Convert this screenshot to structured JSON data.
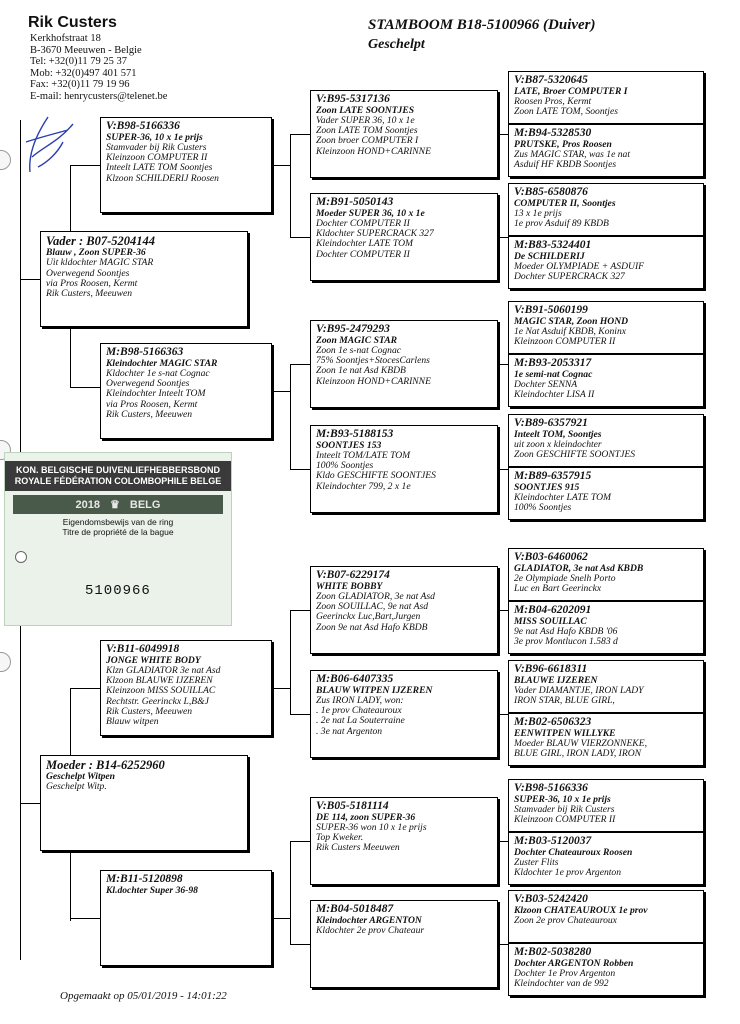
{
  "breeder": {
    "name": "Rik Custers",
    "address_line1": "Kerkhofstraat 18",
    "address_line2": "B-3670 Meeuwen -  Belgie",
    "tel": "Tel: +32(0)11 79 25 37",
    "mob": "Mob: +32(0)497 401 571",
    "fax": "Fax: +32(0)11 79 19 96",
    "email": "E-mail: henrycusters@telenet.be"
  },
  "header": {
    "title": "STAMBOOM  B18-5100966 (Duiver)",
    "color": "Geschelpt"
  },
  "card": {
    "org_nl": "KON. BELGISCHE DUIVENLIEFHEBBERSBOND",
    "org_fr": "ROYALE FÉDÉRATION COLOMBOPHILE BELGE",
    "year": "2018",
    "country": "BELG",
    "subtitle_nl": "Eigendomsbewijs van de ring",
    "subtitle_fr": "Titre de propriété de la bague",
    "ring_number": "5100966"
  },
  "pedigree": {
    "vader": {
      "ring": "Vader : B07-5204144",
      "lines": [
        "Blauw , Zoon SUPER-36",
        "Uit kldochter MAGIC STAR",
        "Overwegend Soontjes",
        "via Pros Roosen, Kermt",
        "Rik Custers, Meeuwen"
      ]
    },
    "moeder": {
      "ring": "Moeder : B14-6252960",
      "lines": [
        "Geschelpt Witpen",
        "Geschelpt Witp."
      ]
    },
    "vv": {
      "ring": "V:B98-5166336",
      "lines": [
        "SUPER-36, 10 x 1e prijs",
        "Stamvader bij Rik Custers",
        "Kleinzoon COMPUTER II",
        "Inteelt LATE TOM Soontjes",
        "Klzoon SCHILDERIJ Roosen"
      ]
    },
    "vm": {
      "ring": "M:B98-5166363",
      "lines": [
        "Kleindochter MAGIC STAR",
        "Kldochter 1e s-nat Cognac",
        "Overwegend Soontjes",
        "Kleindochter Inteelt TOM",
        "via Pros Roosen, Kermt",
        "Rik Custers, Meeuwen"
      ]
    },
    "mv": {
      "ring": "V:B11-6049918",
      "lines": [
        "JONGE WHITE BODY",
        "Klzn GLADIATOR 3e nat Asd",
        "Klzoon BLAUWE IJZEREN",
        "Kleinzoon MISS SOUILLAC",
        "Rechtstr. Geerinckx L,B&J",
        "Rik Custers, Meeuwen",
        "Blauw witpen"
      ]
    },
    "mm": {
      "ring": "M:B11-5120898",
      "lines": [
        "Kl.dochter Super 36-98"
      ]
    },
    "vvv": {
      "ring": "V:B95-5317136",
      "lines": [
        "Zoon LATE SOONTJES",
        "Vader SUPER 36, 10 x 1e",
        "Zoon LATE TOM Soontjes",
        "Zoon broer COMPUTER I",
        "Kleinzoon HOND+CARINNE"
      ]
    },
    "vvm": {
      "ring": "M:B91-5050143",
      "lines": [
        "Moeder SUPER 36, 10 x 1e",
        "Dochter COMPUTER II",
        "Kldochter SUPERCRACK 327",
        "Kleindochter LATE TOM",
        "Dochter COMPUTER II"
      ]
    },
    "vmv": {
      "ring": "V:B95-2479293",
      "lines": [
        "Zoon MAGIC STAR",
        "Zoon 1e s-nat Cognac",
        "75% Soontjes+StocesCarlens",
        "Zoon 1e nat Asd KBDB",
        "Kleinzoon HOND+CARINNE"
      ]
    },
    "vmm": {
      "ring": "M:B93-5188153",
      "lines": [
        "SOONTJES 153",
        "Inteelt TOM/LATE TOM",
        "100% Soontjes",
        "Kldo GESCHIFTE SOONTJES",
        "Kleindochter 799, 2 x 1e"
      ]
    },
    "mvv": {
      "ring": "V:B07-6229174",
      "lines": [
        "WHITE BOBBY",
        "Zoon GLADIATOR, 3e nat Asd",
        "Zoon SOUILLAC, 9e nat Asd",
        "Geerinckx Luc,Bart,Jurgen",
        "Zoon 9e nat Asd Hafo KBDB"
      ]
    },
    "mvm": {
      "ring": "M:B06-6407335",
      "lines": [
        "BLAUW WITPEN IJZEREN",
        "Zus IRON LADY, won:",
        ". 1e prov Chateauroux",
        ". 2e nat  La Souterraine",
        ". 3e nat Argenton"
      ]
    },
    "mmv": {
      "ring": "V:B05-5181114",
      "lines": [
        "DE 114, zoon SUPER-36",
        "SUPER-36 won 10 x 1e prijs",
        "Top Kweker.",
        "Rik Custers Meeuwen"
      ]
    },
    "mmm": {
      "ring": "M:B04-5018487",
      "lines": [
        "Kleindochter ARGENTON",
        "Kldochter 2e prov Chateaur"
      ]
    },
    "g01": {
      "ring": "V:B87-5320645",
      "lines": [
        "LATE, Broer COMPUTER I",
        "Roosen Pros, Kermt",
        "Zoon LATE TOM, Soontjes"
      ]
    },
    "g02": {
      "ring": "M:B94-5328530",
      "lines": [
        "PRUTSKE, Pros Roosen",
        "Zus MAGIC STAR, was 1e nat",
        "Asduif HF KBDB  Soontjes"
      ]
    },
    "g03": {
      "ring": "V:B85-6580876",
      "lines": [
        "COMPUTER II, Soontjes",
        "13 x 1e prijs",
        "1e prov Asduif 89 KBDB"
      ]
    },
    "g04": {
      "ring": "M:B83-5324401",
      "lines": [
        "De SCHILDERIJ",
        "Moeder OLYMPIADE + ASDUIF",
        "Dochter SUPERCRACK 327"
      ]
    },
    "g05": {
      "ring": "V:B91-5060199",
      "lines": [
        "MAGIC STAR, Zoon HOND",
        "1e Nat Asduif KBDB, Koninx",
        "Kleinzoon COMPUTER II"
      ]
    },
    "g06": {
      "ring": "M:B93-2053317",
      "lines": [
        "1e semi-nat Cognac",
        "Dochter SENNA",
        "Kleindochter LISA II"
      ]
    },
    "g07": {
      "ring": "V:B89-6357921",
      "lines": [
        "Inteelt TOM, Soontjes",
        "uit zoon x kleindochter",
        "Zoon GESCHIFTE SOONTJES"
      ]
    },
    "g08": {
      "ring": "M:B89-6357915",
      "lines": [
        "SOONTJES 915",
        "Kleindochter LATE TOM",
        "100% Soontjes"
      ]
    },
    "g09": {
      "ring": "V:B03-6460062",
      "lines": [
        "GLADIATOR, 3e nat Asd KBDB",
        "2e Olympiade Snelh Porto",
        "Luc en Bart Geerinckx"
      ]
    },
    "g10": {
      "ring": "M:B04-6202091",
      "lines": [
        "MISS SOUILLAC",
        "9e nat Asd Hafo KBDB '06",
        "3e prov Montlucon  1.583 d"
      ]
    },
    "g11": {
      "ring": "V:B96-6618311",
      "lines": [
        "BLAUWE IJZEREN",
        "Vader DIAMANTJE, IRON LADY",
        "IRON STAR, BLUE GIRL,"
      ]
    },
    "g12": {
      "ring": "M:B02-6506323",
      "lines": [
        "EENWITPEN WILLYKE",
        "Moeder BLAUW VIERZONNEKE,",
        "BLUE GIRL, IRON LADY, IRON"
      ]
    },
    "g13": {
      "ring": "V:B98-5166336",
      "lines": [
        "SUPER-36, 10 x 1e prijs",
        "Stamvader bij Rik Custers",
        "Kleinzoon COMPUTER II"
      ]
    },
    "g14": {
      "ring": "M:B03-5120037",
      "lines": [
        "Dochter Chateauroux Roosen",
        "Zuster Flits",
        "Kldochter 1e prov Argenton"
      ]
    },
    "g15": {
      "ring": "V:B03-5242420",
      "lines": [
        "Klzoon CHATEAUROUX 1e prov",
        "Zoon 2e prov Chateauroux"
      ]
    },
    "g16": {
      "ring": "M:B02-5038280",
      "lines": [
        "Dochter ARGENTON Robben",
        "Dochter 1e Prov Argenton",
        "Kleindochter van de 992"
      ]
    }
  },
  "footer": {
    "generated": "Opgemaakt op 05/01/2019 - 14:01:22"
  }
}
